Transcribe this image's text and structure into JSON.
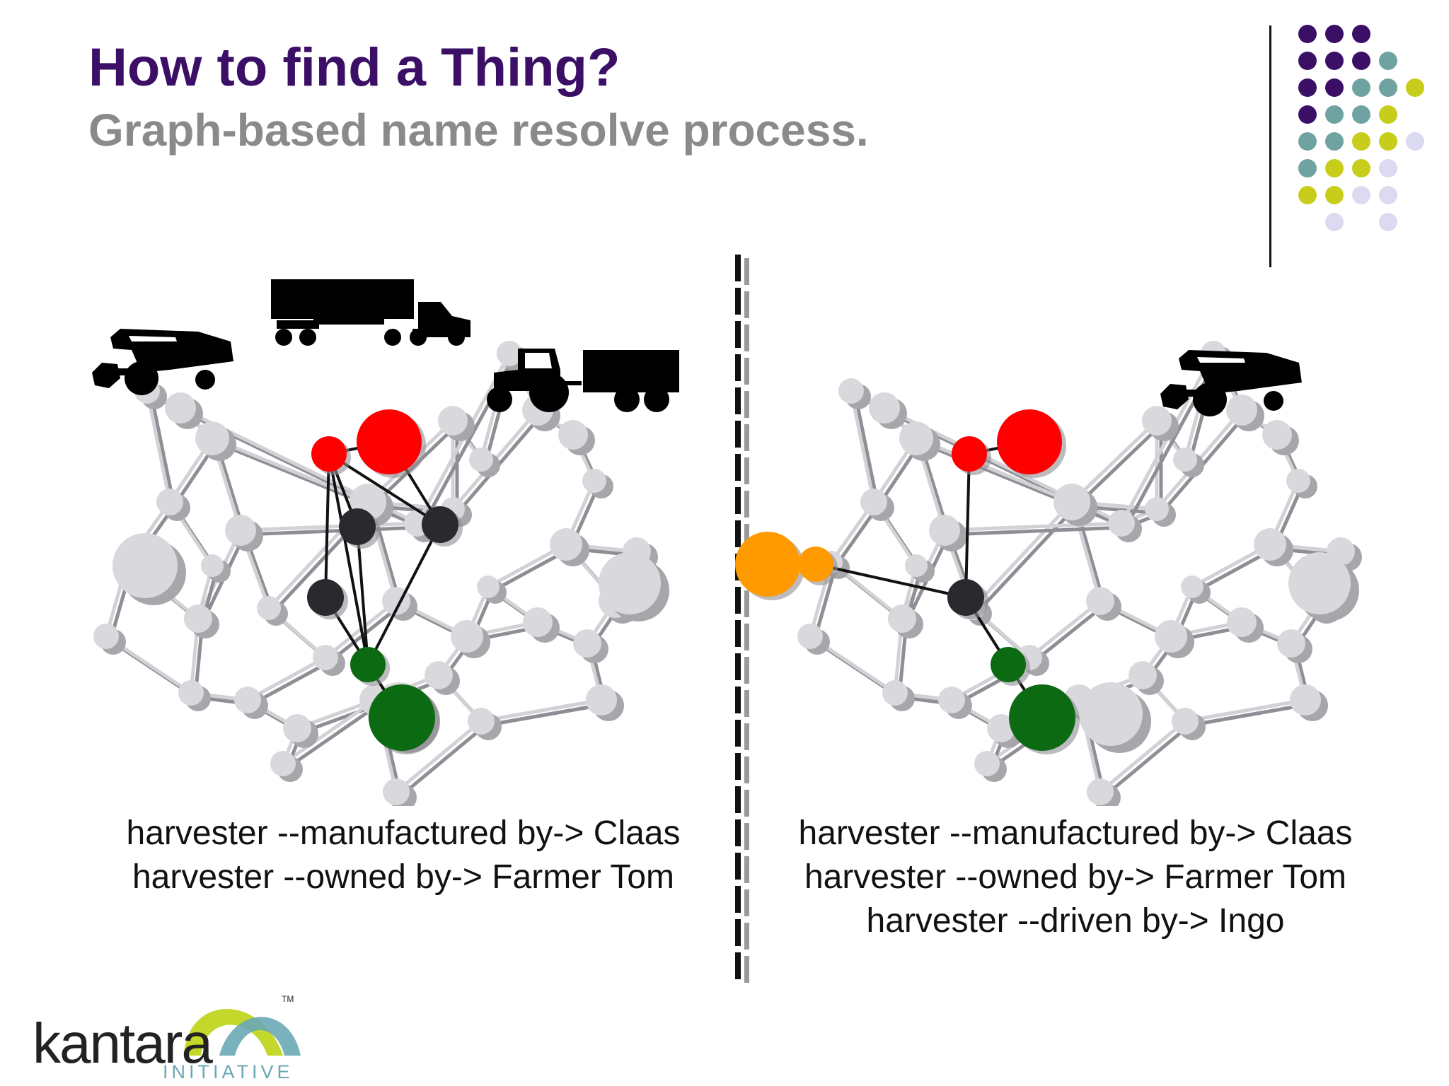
{
  "slide": {
    "title": "How to find a Thing?",
    "subtitle": "Graph-based name resolve process."
  },
  "captions": {
    "left": [
      "harvester --manufactured by-> Claas",
      "harvester --owned by-> Farmer Tom"
    ],
    "right": [
      "harvester --manufactured by-> Claas",
      "harvester --owned by-> Farmer Tom",
      "harvester --driven by-> Ingo"
    ]
  },
  "logo": {
    "wordmark": "kantara",
    "tagline": "INITIATIVE",
    "trademark": "TM"
  },
  "colors": {
    "title": "#3b0f66",
    "subtitle": "#8a8a8a",
    "node_default": "#d9d8dc",
    "node_red": "#ff0000",
    "node_dark": "#2a2a2e",
    "node_green": "#0b6a12",
    "node_orange": "#ff9a00",
    "dot_purple": "#3b0f66",
    "dot_teal": "#6fa3a1",
    "dot_lime": "#c8cc1a",
    "dot_lavender": "#dcdaf0",
    "logo_text": "#222222",
    "logo_arc_lime": "#c3d82b",
    "logo_arc_teal": "#6aa8b5"
  },
  "icons": {
    "vehicles_left": [
      "combine-harvester-icon",
      "semi-truck-icon",
      "tractor-trailer-icon"
    ],
    "vehicles_right": [
      "combine-harvester-icon"
    ]
  }
}
